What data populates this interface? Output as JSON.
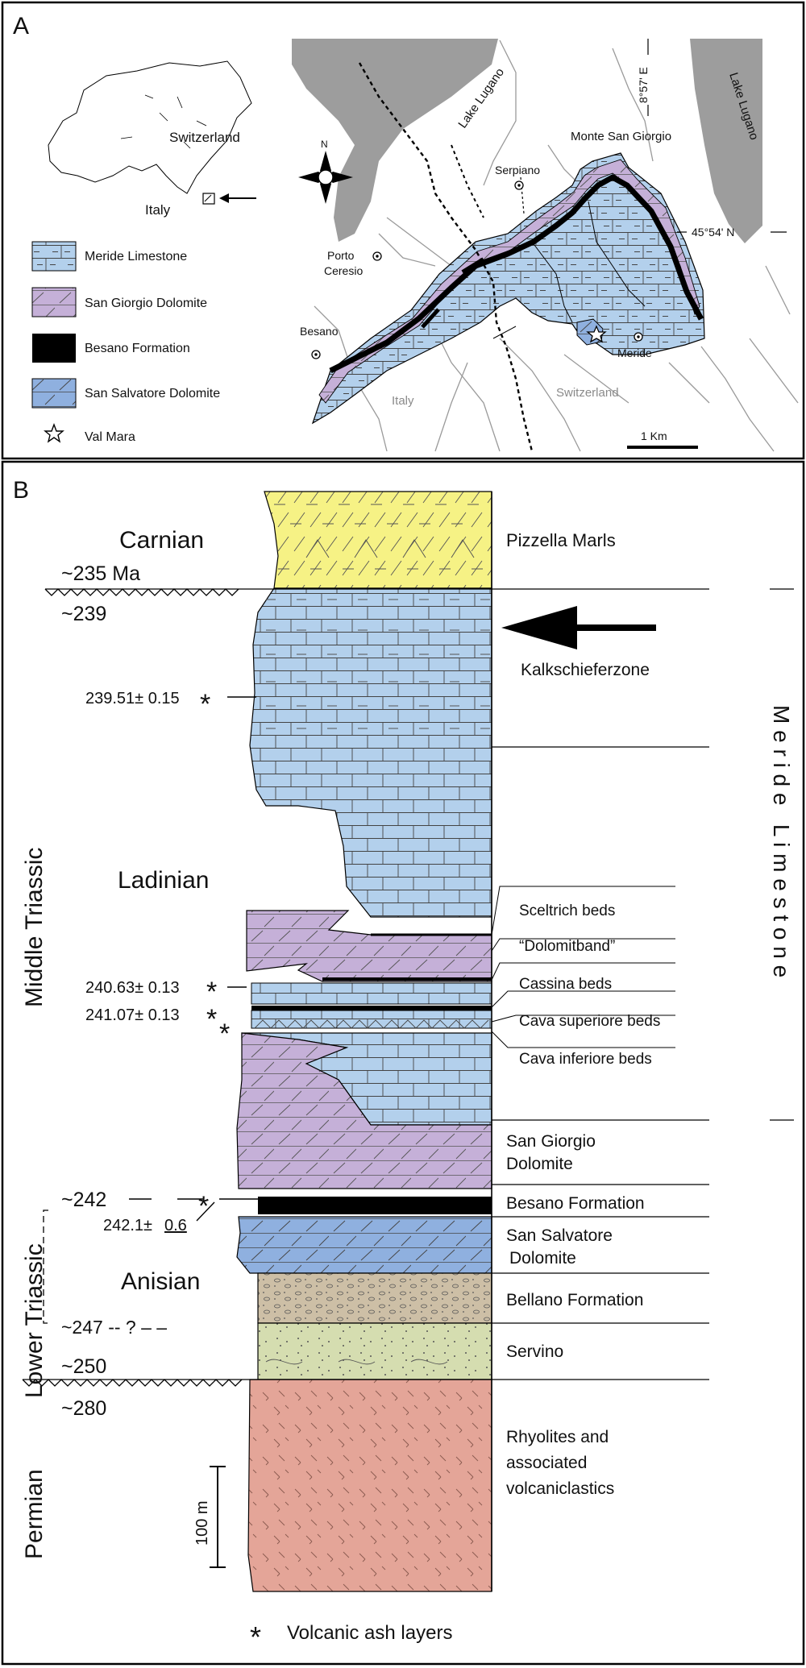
{
  "panel_a": {
    "label": "A",
    "countries": {
      "switzerland": "Switzerland",
      "italy": "Italy"
    },
    "legend": [
      {
        "id": "meride",
        "label": "Meride Limestone",
        "color": "#b3d0ec"
      },
      {
        "id": "sangiorgio",
        "label": "San Giorgio Dolomite",
        "color": "#c5b0d8"
      },
      {
        "id": "besano",
        "label": "Besano Formation",
        "color": "#000000"
      },
      {
        "id": "sansalvatore",
        "label": "San Salvatore Dolomite",
        "color": "#8fb0df"
      },
      {
        "id": "valmara",
        "label": "Val Mara",
        "color": "#ffffff"
      }
    ],
    "map": {
      "lake_left": "Lake Lugano",
      "lake_right": "Lake Lugano",
      "lon_label": "8°57' E",
      "lat_label": "45°54' N",
      "monte": "Monte San Giorgio",
      "serpiano": "Serpiano",
      "porto_1": "Porto",
      "porto_2": "Ceresio",
      "besano": "Besano",
      "meride": "Meride",
      "italy": "Italy",
      "switzerland": "Switzerland",
      "scale": "1 Km",
      "north": "N"
    }
  },
  "panel_b": {
    "label": "B",
    "stages": {
      "carnian": "Carnian",
      "ladinian": "Ladinian",
      "anisian": "Anisian",
      "middle_triassic": "Middle Triassic",
      "lower_triassic": "Lower Triassic",
      "permian": "Permian"
    },
    "ages": {
      "a235": "~235 Ma",
      "a239": "~239",
      "a242": "~242",
      "a247": "~247 -- ? – –",
      "a250": "~250",
      "a280": "~280"
    },
    "dates": {
      "d1": "239.51± 0.15",
      "d2": "240.63± 0.13",
      "d3": "241.07± 0.13",
      "d4_value": "242.1±",
      "d4_err": "0.6"
    },
    "units": {
      "pizzella": "Pizzella Marls",
      "kalk": "Kalkschieferzone",
      "sceltrich": "Sceltrich beds",
      "dolomitband": "“Dolomitband”",
      "cassina": "Cassina beds",
      "cava_sup": "Cava superiore beds",
      "cava_inf": "Cava inferiore beds",
      "sangiorgio_1": "San Giorgio",
      "sangiorgio_2": "Dolomite",
      "besano": "Besano Formation",
      "sansalvatore_1": "San Salvatore",
      "sansalvatore_2": "Dolomite",
      "bellano": "Bellano Formation",
      "servino": "Servino",
      "rhyo_1": "Rhyolites and",
      "rhyo_2": "associated",
      "rhyo_3": "volcaniclastics"
    },
    "meride_limestone": "M e r i d e   L i m e s t o n e",
    "scale_bar": "100 m",
    "footnote_star": "*",
    "footnote": "Volcanic ash layers",
    "colors": {
      "pizzella": "#f6f285",
      "meride": "#b3d0ec",
      "sangiorgio": "#c5b0d8",
      "sansalvatore": "#8fb0df",
      "bellano": "#cdbfa6",
      "servino": "#d5ddb0",
      "rhyolite": "#e4a598"
    }
  }
}
